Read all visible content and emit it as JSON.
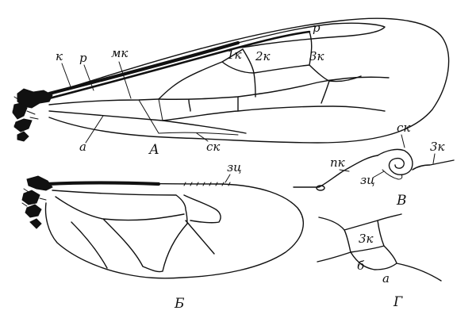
{
  "panels": {
    "a": {
      "letter": "А",
      "labels": {
        "k": "к",
        "r_base": "р",
        "mk": "мк",
        "a": "а",
        "sk": "ск",
        "r_tip": "р",
        "k1": "1к",
        "k2": "2к",
        "k3": "3к"
      }
    },
    "b": {
      "letter": "Б",
      "labels": {
        "zc": "зц"
      }
    },
    "v": {
      "letter": "В",
      "labels": {
        "sk": "ск",
        "pk": "пк",
        "k3": "3к",
        "zc": "зц"
      }
    },
    "g": {
      "letter": "Г",
      "labels": {
        "k3": "3к",
        "b": "б",
        "a": "а"
      }
    }
  }
}
